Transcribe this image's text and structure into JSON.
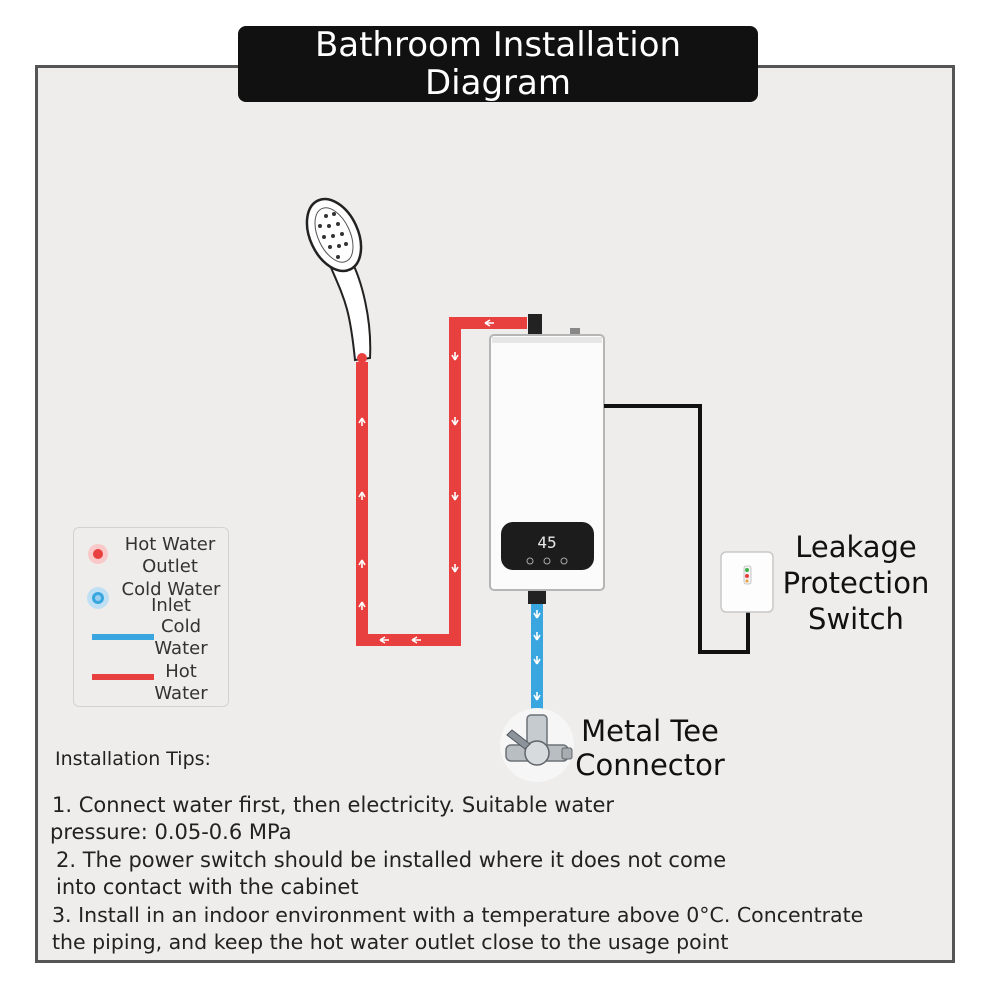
{
  "title": {
    "line1": "Bathroom Installation",
    "line2": "Diagram"
  },
  "legend": {
    "hot_outlet": {
      "line1": "Hot Water",
      "line2": "Outlet"
    },
    "cold_inlet": {
      "line1": "Cold Water",
      "line2": "Inlet"
    },
    "cold_pipe": {
      "line1": "Cold",
      "line2": "Water"
    },
    "hot_pipe": {
      "line1": "Hot",
      "line2": "Water"
    }
  },
  "heater_display": "45",
  "labels": {
    "leakage": {
      "line1": "Leakage",
      "line2": "Protection",
      "line3": "Switch"
    },
    "tee": {
      "line1": "Metal Tee",
      "line2": "Connector"
    }
  },
  "tips": {
    "heading": "Installation Tips:",
    "tip1": {
      "line1": "1. Connect water first, then electricity. Suitable water",
      "line2": "pressure: 0.05-0.6 MPa"
    },
    "tip2": {
      "line1": "2. The power switch should be installed where it does not come",
      "line2": "into contact with the cabinet"
    },
    "tip3": {
      "line1": "3. Install in an indoor environment with a temperature above 0°C. Concentrate",
      "line2": "the piping, and keep the hot water outlet close to the usage point"
    }
  },
  "colors": {
    "hot": "#e8403f",
    "cold": "#3aa6e0",
    "frame": "#555555",
    "title_bg": "#111111"
  }
}
